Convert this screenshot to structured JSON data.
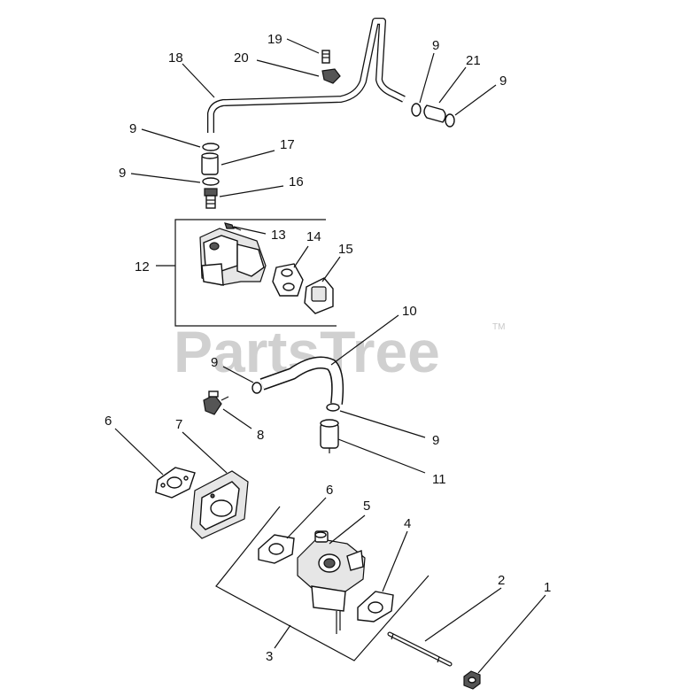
{
  "watermark": {
    "text": "PartsTree",
    "trademark": "TM"
  },
  "callouts": [
    "19",
    "20",
    "18",
    "9",
    "21",
    "9",
    "9",
    "17",
    "9",
    "16",
    "13",
    "14",
    "15",
    "12",
    "10",
    "9",
    "8",
    "9",
    "11",
    "6",
    "7",
    "6",
    "5",
    "4",
    "2",
    "1",
    "3"
  ]
}
